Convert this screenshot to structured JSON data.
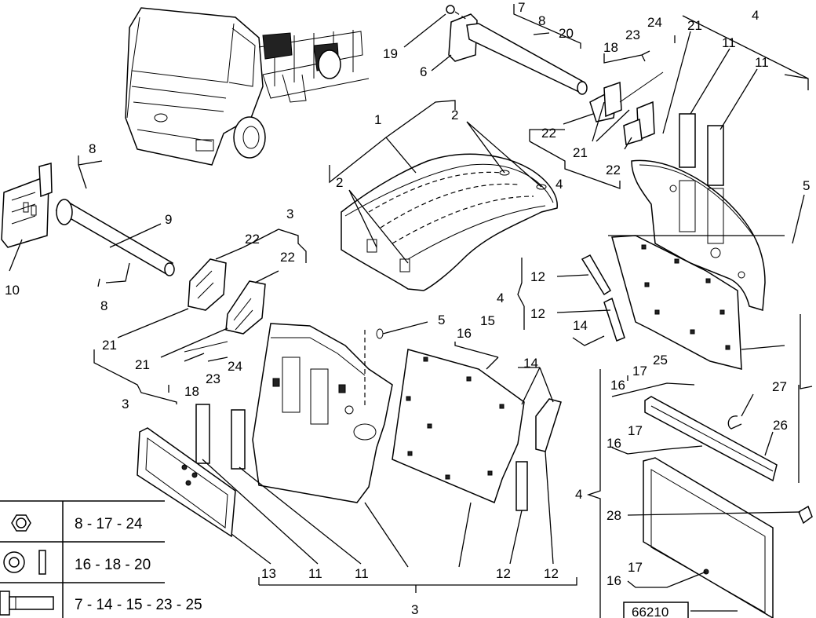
{
  "diagram": {
    "reference_code": "66210",
    "callouts": {
      "truck": [],
      "bracket_left": [
        "8",
        "9",
        "10",
        "8"
      ],
      "fender_top": [
        "1",
        "2",
        "2",
        "4"
      ],
      "bracket_top": [
        "7",
        "8",
        "20",
        "19",
        "6"
      ],
      "clips_top": [
        "18",
        "23",
        "24",
        "21",
        "21",
        "22",
        "22"
      ],
      "panel_right_top": [
        "4",
        "11",
        "11",
        "5"
      ],
      "clips_left": [
        "3",
        "22",
        "22",
        "21",
        "21",
        "24",
        "23",
        "18",
        "3"
      ],
      "center": [
        "5",
        "16",
        "15",
        "14",
        "4",
        "12",
        "12",
        "14"
      ],
      "lower_right": [
        "16",
        "17",
        "25",
        "27",
        "26",
        "16",
        "17",
        "4",
        "28",
        "16",
        "17"
      ],
      "bottom_row": [
        "13",
        "11",
        "11",
        "12",
        "12",
        "3"
      ]
    }
  },
  "legend": {
    "rows": [
      {
        "icon": "hex-nut-icon",
        "text": "8 - 17 - 24"
      },
      {
        "icon": "washer-icon",
        "text": "16 - 18 - 20"
      },
      {
        "icon": "bolt-icon",
        "text": "7 - 14 - 15 - 23 - 25"
      }
    ]
  }
}
